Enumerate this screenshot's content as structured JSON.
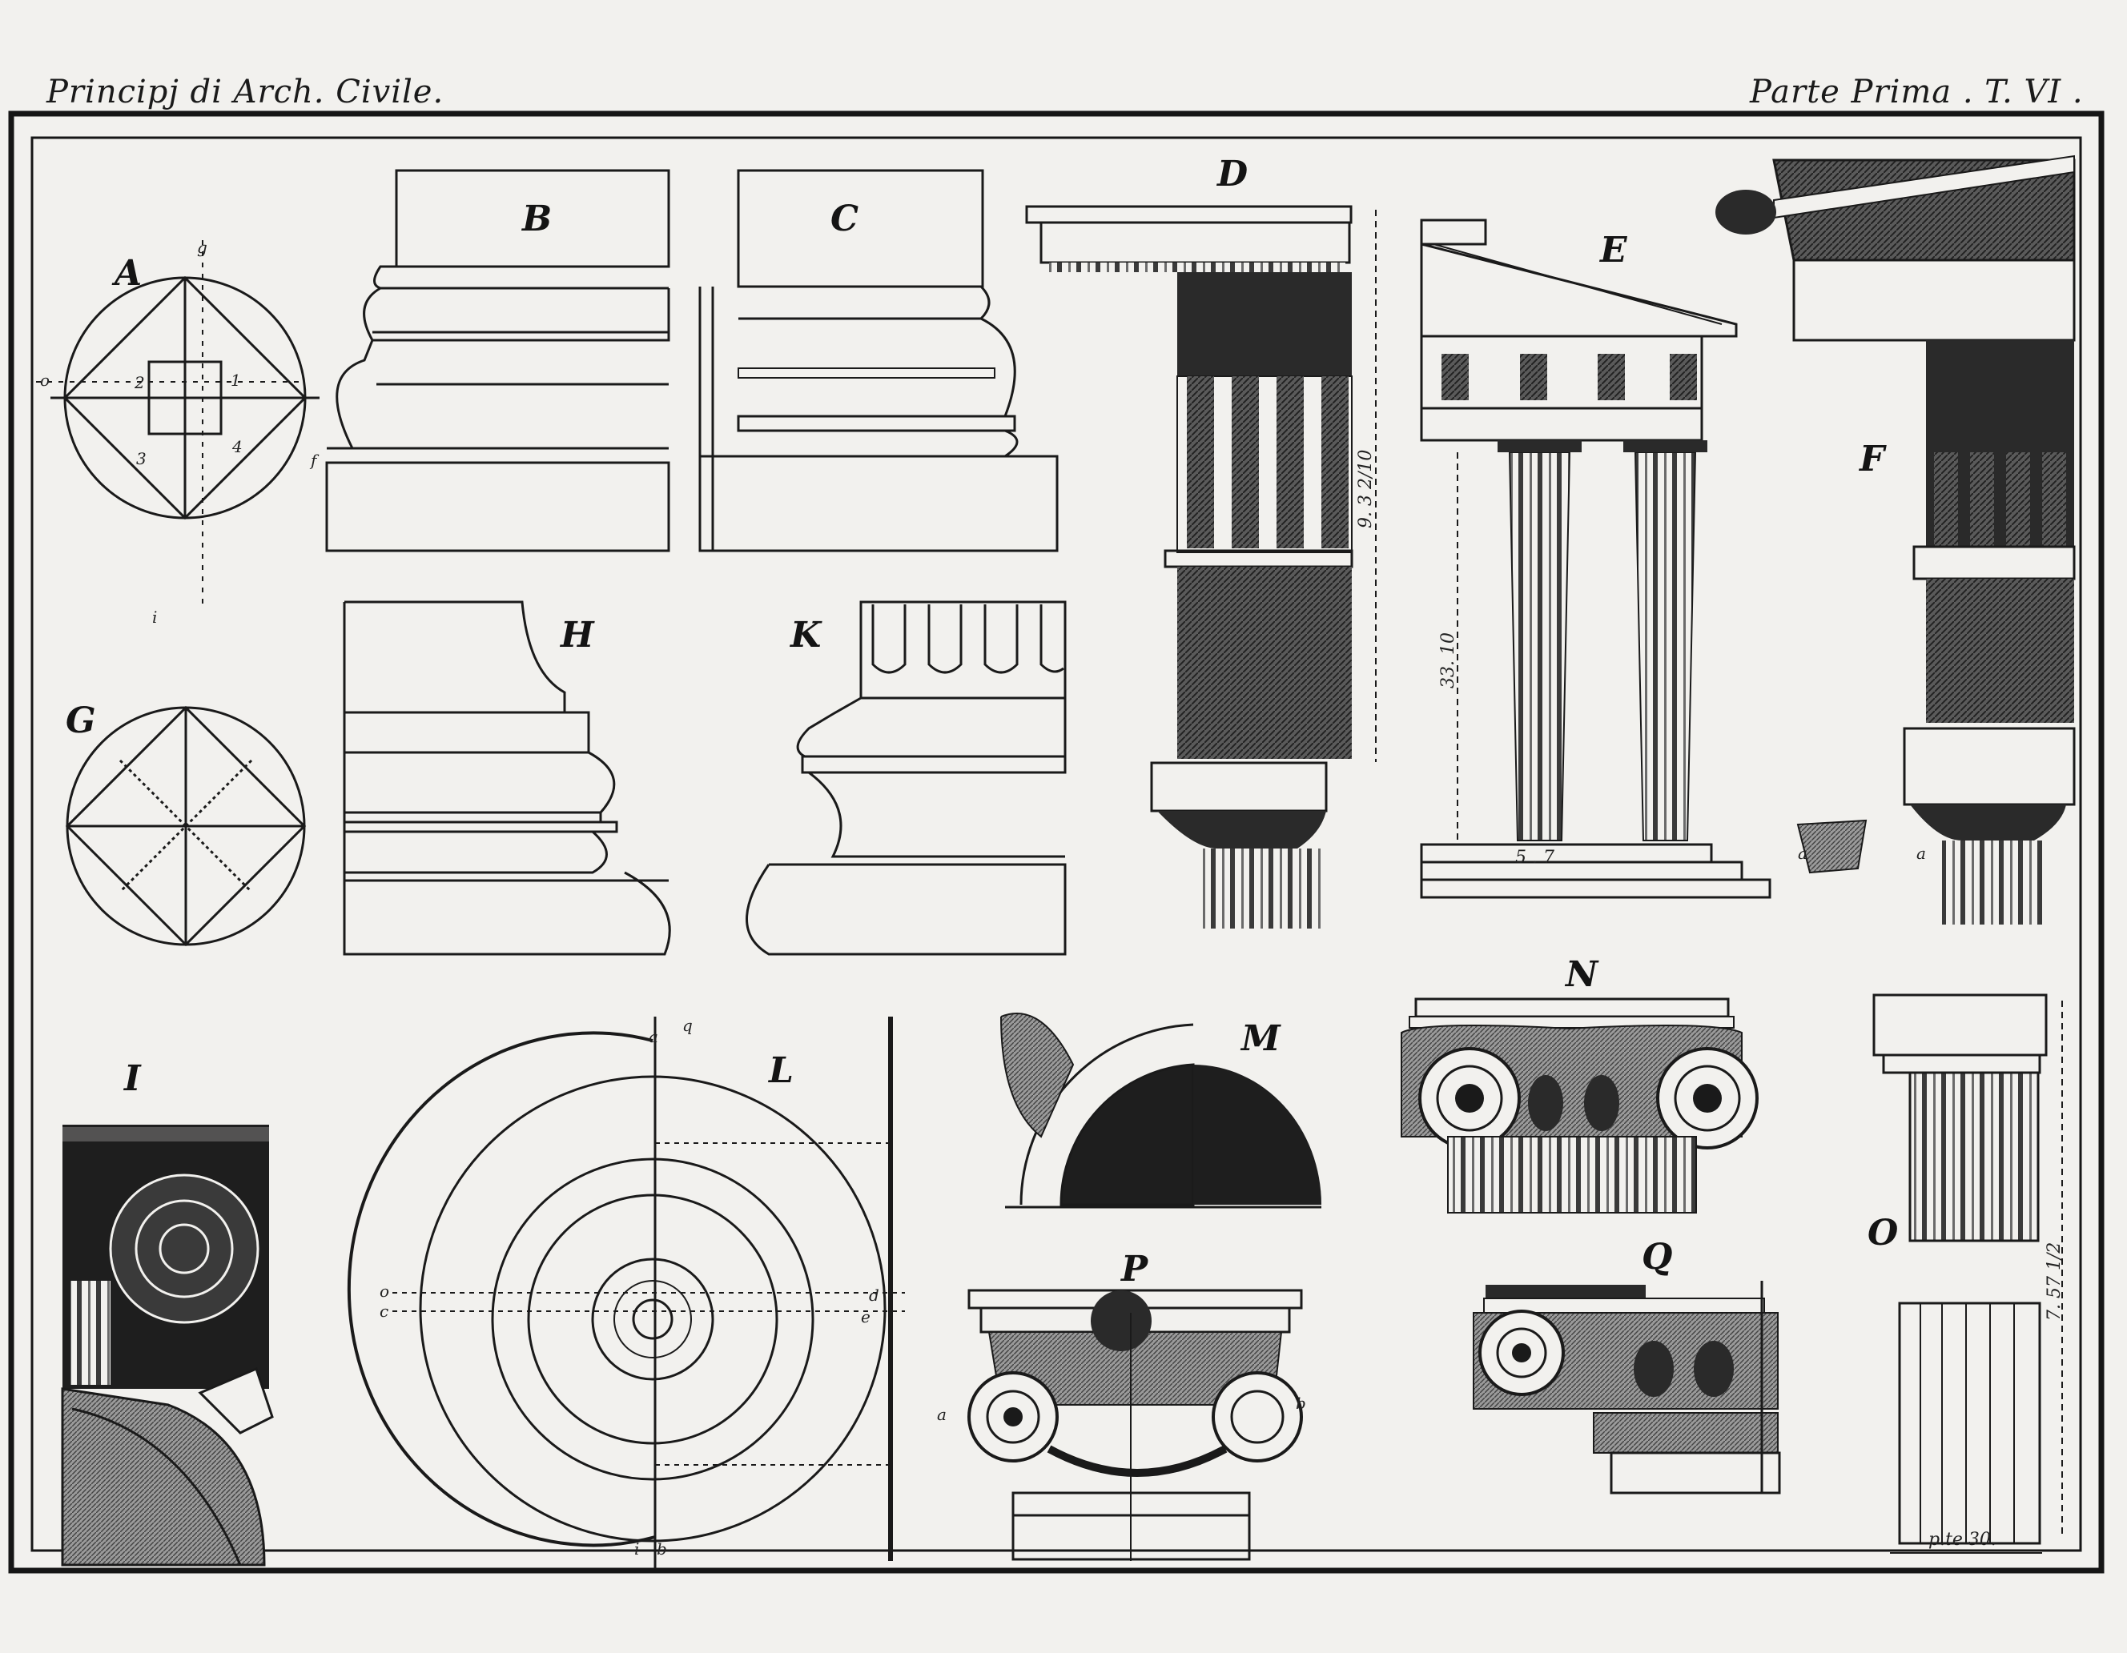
{
  "header": {
    "left_title": "Principj di Arch. Civile.",
    "right_title": "Parte Prima . T. VI ."
  },
  "figures": {
    "A": "A",
    "B": "B",
    "C": "C",
    "D": "D",
    "E": "E",
    "F": "F",
    "G": "G",
    "H": "H",
    "I": "I",
    "K": "K",
    "L": "L",
    "M": "M",
    "N": "N",
    "O": "O",
    "P": "P",
    "Q": "Q"
  },
  "annotations": {
    "a_g": "g",
    "a_o": "o",
    "a_f": "f",
    "a_i": "i",
    "a_1": "1",
    "a_2": "2",
    "a_3": "3",
    "a_4": "4",
    "d_dim": "9. 3 2/10",
    "e_dim": "33. 10",
    "e_base": "5 . 7",
    "f_a": "a",
    "f_a2": "a",
    "p_a": "a",
    "p_b": "b",
    "l_a": "a",
    "l_q": "q",
    "l_o": "o",
    "l_c": "c",
    "l_d": "d",
    "l_e": "e",
    "l_i": "i",
    "l_b": "b",
    "o_dim": "7. 57 1/2",
    "o_base": "p.te 30."
  },
  "colors": {
    "ink": "#161616",
    "paper": "#f2f1ee",
    "shade": "#3a3a3a"
  }
}
